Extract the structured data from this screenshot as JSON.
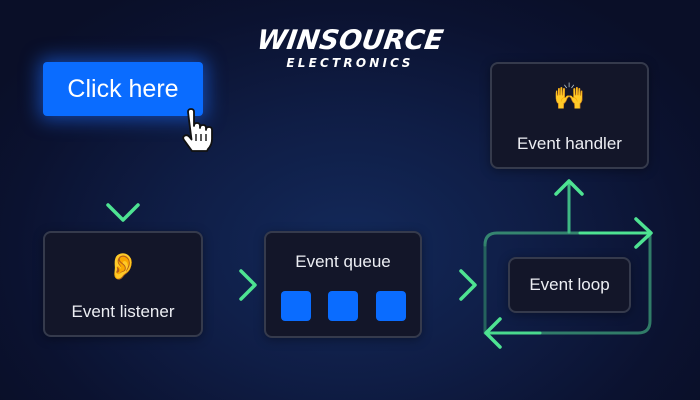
{
  "logo": {
    "brand": "WINSOURCE",
    "tagline": "ELECTRONICS"
  },
  "button": {
    "label": "Click here",
    "cursor_icon": "pointer-hand-icon"
  },
  "nodes": {
    "listener": {
      "icon": "ear-icon",
      "emoji": "👂",
      "label": "Event listener"
    },
    "queue": {
      "label": "Event queue",
      "items": 3
    },
    "loop": {
      "label": "Event loop"
    },
    "handler": {
      "icon": "raised-hands-icon",
      "emoji": "🙌",
      "label": "Event handler"
    }
  },
  "colors": {
    "accent_blue": "#0a6cff",
    "arrow_green": "#4ee392",
    "box_bg": "#131629",
    "box_border": "#353a4c",
    "background": "#0f1d45"
  }
}
